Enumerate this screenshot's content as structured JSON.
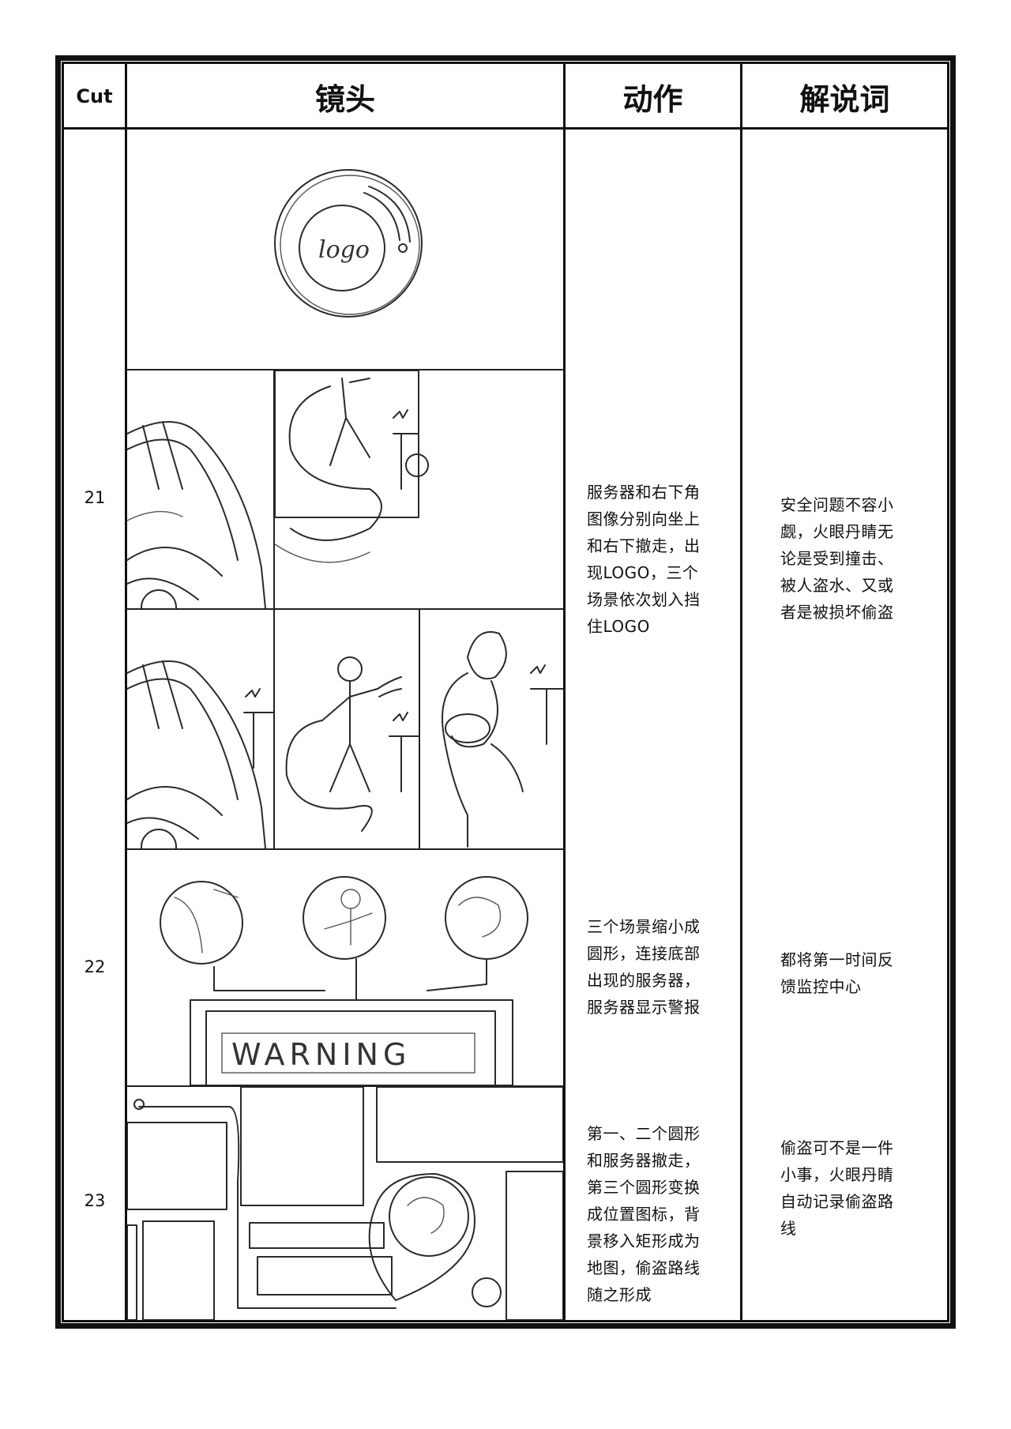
{
  "header": {
    "cut": "Cut",
    "shot": "镜头",
    "action": "动作",
    "narration": "解说词"
  },
  "rows": [
    {
      "cut": "21",
      "action": [
        "服务器和右下角",
        "图像分别向坐上",
        "和右下撤走，出",
        "现LOGO，三个",
        "场景依次划入挡",
        "住LOGO"
      ],
      "narration": [
        "安全问题不容小",
        "觑，火眼丹睛无",
        "论是受到撞击、",
        "被人盗水、又或",
        "者是被损坏偷盗"
      ]
    },
    {
      "cut": "22",
      "action": [
        "三个场景缩小成",
        "圆形，连接底部",
        "出现的服务器，",
        "服务器显示警报"
      ],
      "narration": [
        "都将第一时间反",
        "馈监控中心"
      ]
    },
    {
      "cut": "23",
      "action": [
        "第一、二个圆形",
        "和服务器撤走，",
        "第三个圆形变换",
        "成位置图标，背",
        "景移入矩形成为",
        "地图，偷盗路线",
        "随之形成"
      ],
      "narration": [
        "偷盗可不是一件",
        "小事，火眼丹睛",
        "自动记录偷盗路",
        "线"
      ]
    }
  ],
  "sketch_text": {
    "logo": "logo",
    "warning": "WARNING"
  }
}
